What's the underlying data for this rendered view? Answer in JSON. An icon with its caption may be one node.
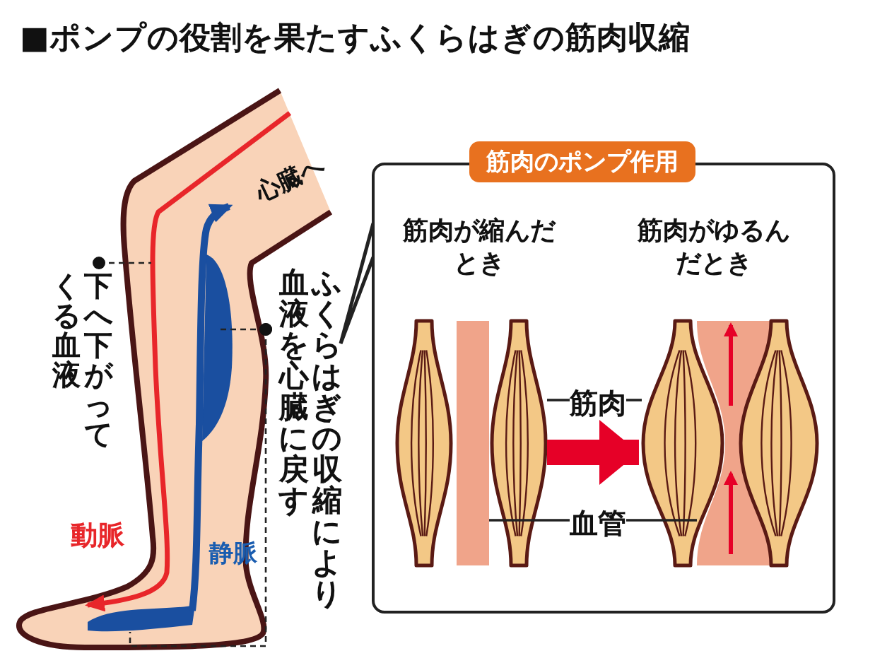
{
  "diagram": {
    "title": "■ポンプの役割を果たすふくらはぎの筋肉収縮",
    "nodes": [
      {
        "text": [
          "下へ下がってくる血液"
        ]
      },
      {
        "text": [
          "ふくらはぎの収縮により血液を心臓に戻す"
        ]
      },
      {
        "text": [
          "筋肉のポンプ作用",
          "筋肉が縮んだとき",
          "筋肉がゆるんだとき"
        ]
      },
      {
        "text": [],
        "shape": "picture",
        "in": 2
      },
      {
        "text": [],
        "shape": "bar",
        "in": 2
      },
      {
        "text": [],
        "shape": "picture",
        "in": 2
      },
      {
        "text": [
          "筋肉"
        ],
        "in": 2
      },
      {
        "text": [
          "血管"
        ],
        "in": 2
      },
      {
        "text": [],
        "shape": "picture",
        "in": 2
      },
      {
        "text": [],
        "shape": "bar",
        "in": 2
      },
      {
        "text": [],
        "shape": "picture",
        "in": 2
      }
    ],
    "edges": [
      {
        "from": 0,
        "to": null,
        "arrow": "other",
        "style": "dashed"
      },
      {
        "from": 1,
        "to": null,
        "arrow": "other",
        "style": "dashed"
      },
      {
        "from": 1,
        "to": null,
        "arrow": "other",
        "style": "dashed"
      },
      {
        "from": 6,
        "to": 5,
        "arrow": "none"
      },
      {
        "from": 6,
        "to": 8,
        "arrow": "none"
      },
      {
        "from": 7,
        "to": 4,
        "arrow": "none"
      },
      {
        "from": 7,
        "to": 9,
        "arrow": "none"
      },
      {
        "from": 5,
        "to": 8,
        "arrow": "to",
        "style": "thick",
        "color": "#e60027"
      }
    ],
    "labels": [
      "心臓へ",
      "動脈",
      "静脈"
    ]
  }
}
